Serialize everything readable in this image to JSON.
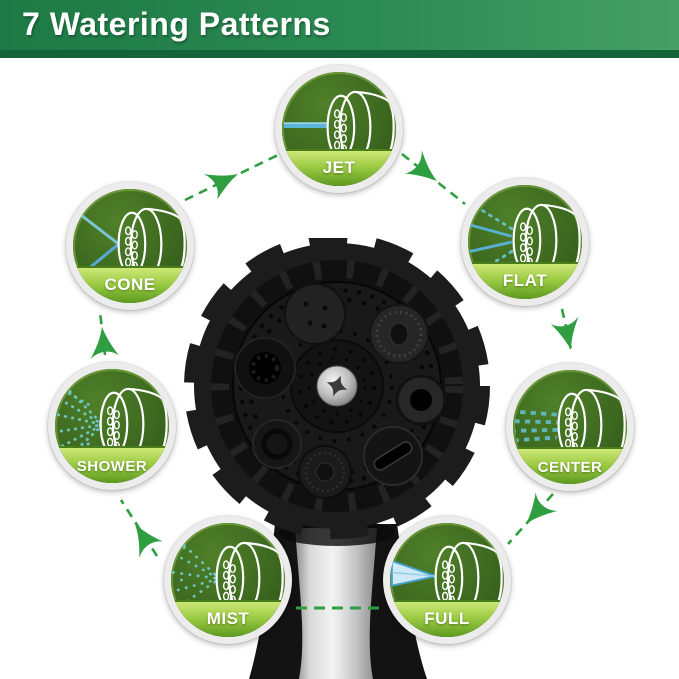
{
  "header": {
    "title": "7 Watering Patterns"
  },
  "patterns": [
    {
      "id": "jet",
      "label": "JET",
      "icon": "jet-spray-icon"
    },
    {
      "id": "flat",
      "label": "FLAT",
      "icon": "flat-spray-icon"
    },
    {
      "id": "center",
      "label": "CENTER",
      "icon": "center-spray-icon"
    },
    {
      "id": "full",
      "label": "FULL",
      "icon": "full-spray-icon"
    },
    {
      "id": "mist",
      "label": "MIST",
      "icon": "mist-spray-icon"
    },
    {
      "id": "shower",
      "label": "SHOWER",
      "icon": "shower-spray-icon"
    },
    {
      "id": "cone",
      "label": "CONE",
      "icon": "cone-spray-icon"
    }
  ],
  "colors": {
    "header_gradient_left": "#1d7a45",
    "header_gradient_right": "#46a066",
    "header_underline": "#15633a",
    "badge_dark_green": "#3c681f",
    "badge_band_light": "#cde878",
    "badge_band_dark": "#5d9a20",
    "badge_ring_white": "#ececec",
    "arrow_green": "#2f9e41",
    "spray_blue": "#5bb4da",
    "spray_teal": "#6cc3bf",
    "label_text": "#ffffff",
    "nozzle_black": "#1c1c1c",
    "handle_silver": "#e8e8e8"
  }
}
